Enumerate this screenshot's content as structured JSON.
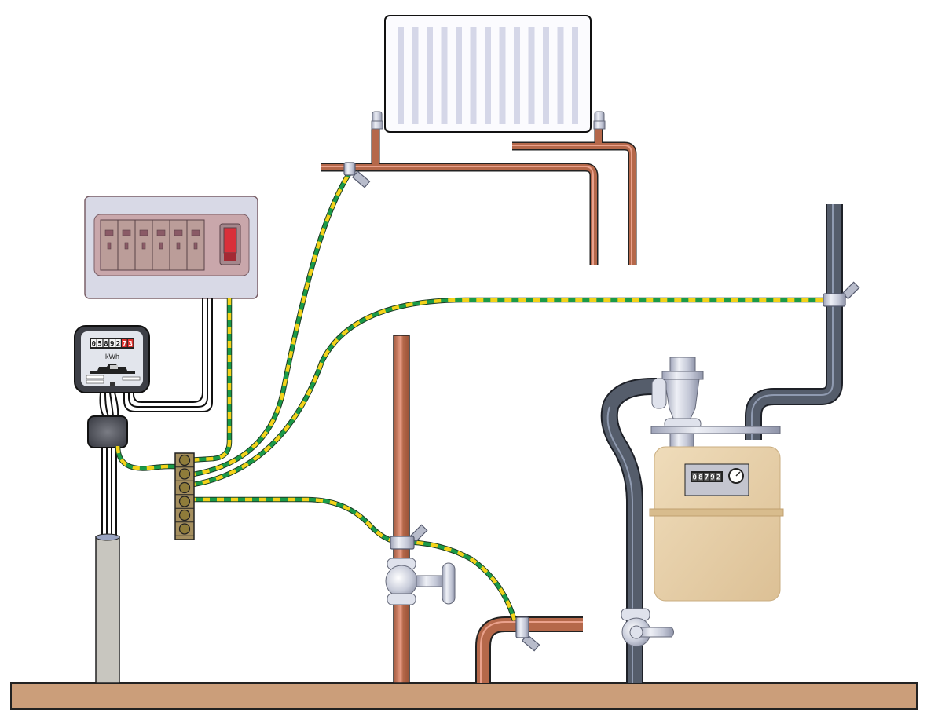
{
  "diagram": {
    "title": "Main equipotential bonding",
    "electricity_meter": {
      "reading_digits": [
        "0",
        "5",
        "8",
        "9",
        "2",
        "7",
        "3"
      ],
      "red_digit_count": 2,
      "unit_label": "kWh"
    },
    "gas_meter": {
      "reading_digits": [
        "0",
        "8",
        "7",
        "9",
        "2"
      ]
    },
    "consumer_unit": {
      "breaker_count": 6,
      "main_switch_color": "#d9303a"
    },
    "earth_terminal_block": {
      "terminal_count": 6
    },
    "colors": {
      "copper": "#b5684a",
      "copper_highlight": "#eaa18c",
      "gas_pipe": "#555d6b",
      "bond_green": "#1a9a48",
      "bond_yellow": "#f4d21a",
      "floor": "#cb9e7a",
      "clamp": "#b8bccb",
      "meter_body": "#e8d3ae",
      "consumer_unit_bg": "#d8d9e6"
    },
    "components": [
      "consumer-unit",
      "electricity-meter",
      "service-head",
      "supply-cable",
      "main-earthing-terminal",
      "radiator",
      "heating-pipes",
      "water-pipe",
      "stopcock",
      "gas-meter",
      "gas-meter-valve",
      "gas-regulator",
      "earth-clamps",
      "bonding-conductors",
      "floor"
    ]
  }
}
